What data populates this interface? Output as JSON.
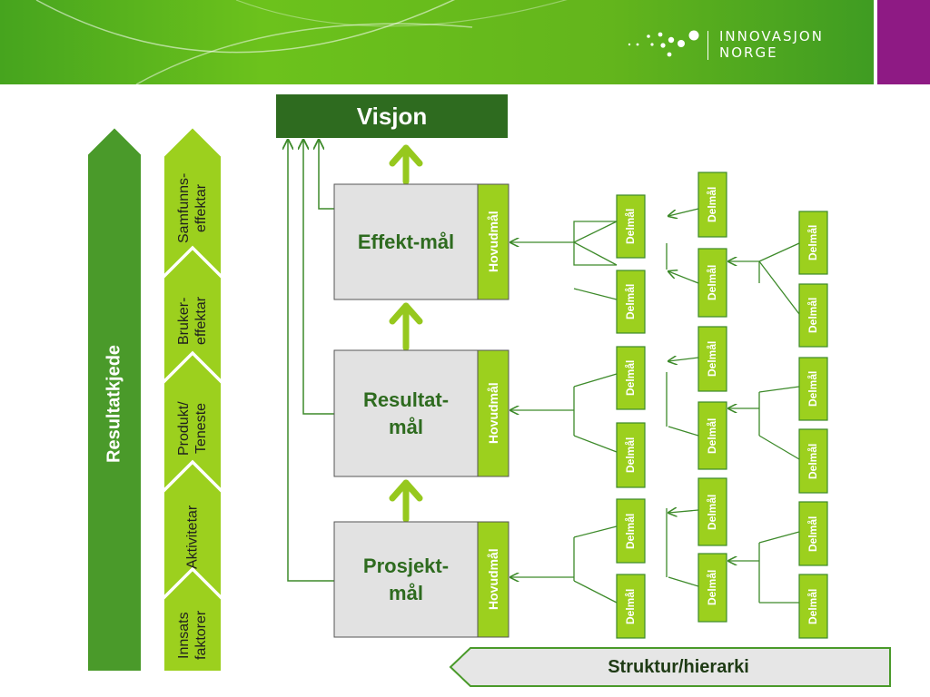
{
  "logo": {
    "line1": "INNOVASJON",
    "line2": "NORGE"
  },
  "vision": "Visjon",
  "resultatkjede": "Resultatkjede",
  "stages": [
    "Samfunns-\neffektar",
    "Bruker-\neffektar",
    "Produkt/\nTeneste",
    "Aktivitetar",
    "Innsats\nfaktorer"
  ],
  "goals": [
    {
      "label": "Effekt-mål",
      "hovudmal": "Hovudmål"
    },
    {
      "label": "Resultat-\nmål",
      "hovudmal": "Hovudmål"
    },
    {
      "label": "Prosjekt-\nmål",
      "hovudmal": "Hovudmål"
    }
  ],
  "sub_goal_label": "Delmål",
  "struktur": "Struktur/hierarki",
  "colors": {
    "dark_green": "#2e6b1f",
    "light_green": "#9cd01e",
    "mid_green": "#4a9a2a",
    "box_grey": "#e2e2e2",
    "arrow_green": "#96c81e",
    "purple": "#8e1a84"
  }
}
